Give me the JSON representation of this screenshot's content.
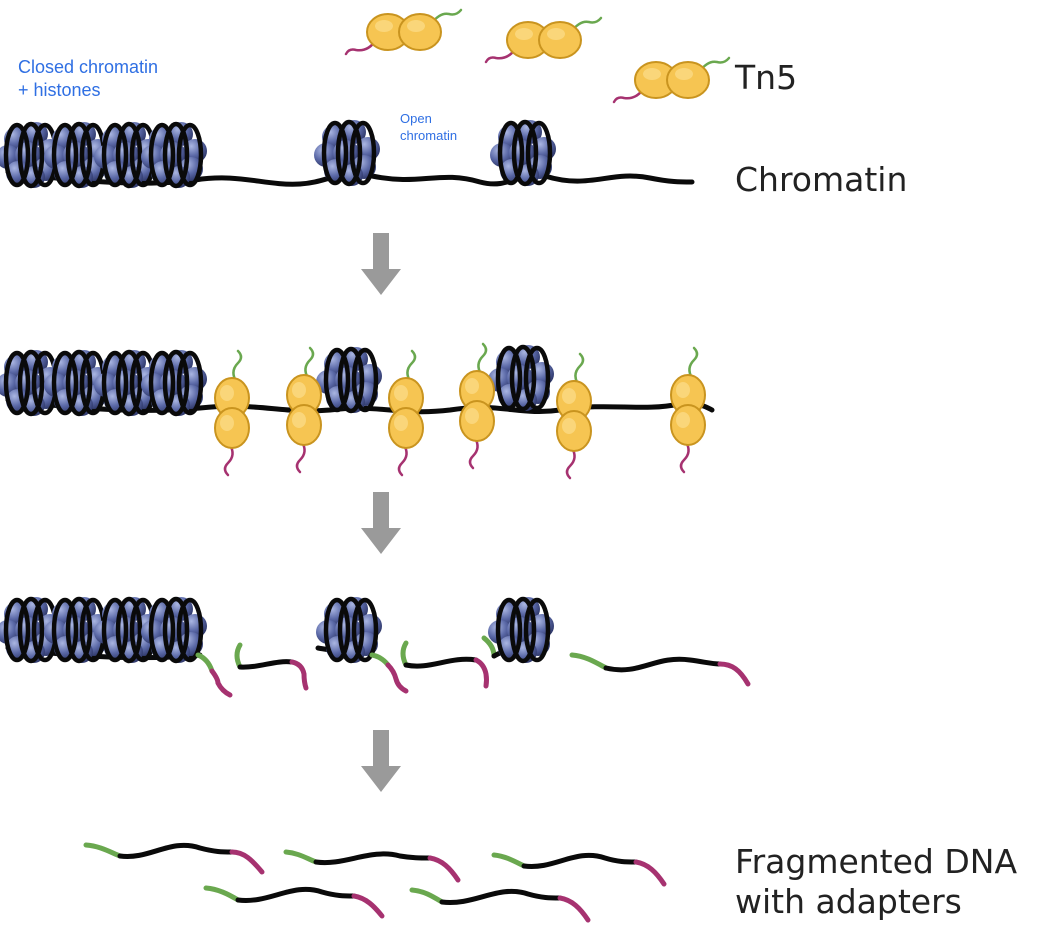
{
  "labels": {
    "closed_line1": "Closed chromatin",
    "closed_line2": "+ histones",
    "open_line1": "Open",
    "open_line2": "chromatin",
    "tn5": "Tn5",
    "chromatin": "Chromatin",
    "fragmented_line1": "Fragmented DNA",
    "fragmented_line2": "with adapters"
  },
  "colors": {
    "label_blue": "#2f6fe3",
    "label_dark": "#222222",
    "dna": "#0a0a0a",
    "adapter_green": "#6aa84f",
    "adapter_magenta": "#a63270",
    "tn5_fill": "#f6c552",
    "nucleosome_fill": "#4c5b98",
    "arrow": "#9a9a9a"
  },
  "icons": [
    "nucleosome-icon",
    "tn5-dimer-icon",
    "down-arrow-icon"
  ]
}
